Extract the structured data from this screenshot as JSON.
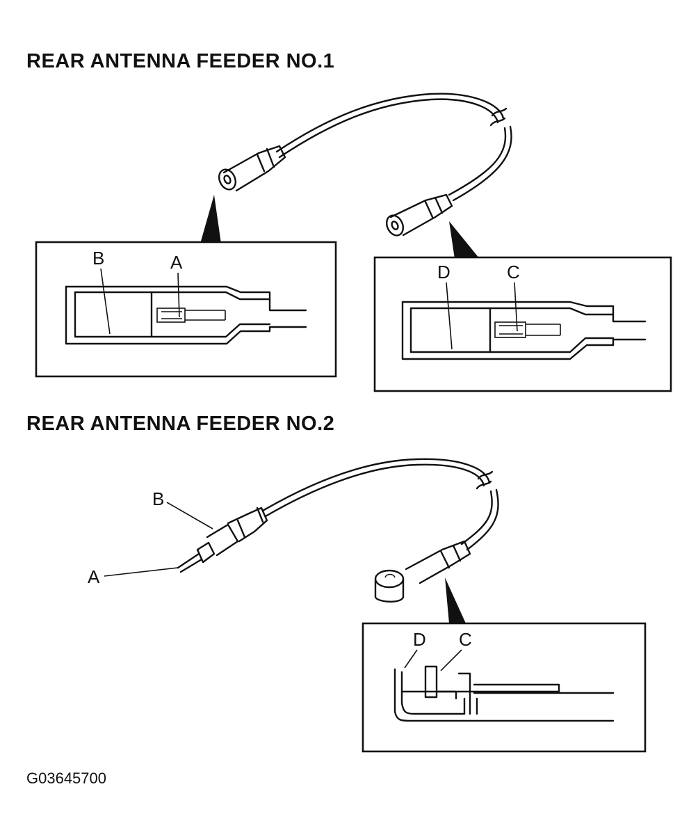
{
  "feeder1": {
    "title": "REAR ANTENNA FEEDER NO.1",
    "labels": {
      "a": "A",
      "b": "B",
      "c": "C",
      "d": "D"
    }
  },
  "feeder2": {
    "title": "REAR ANTENNA FEEDER NO.2",
    "labels": {
      "a": "A",
      "b": "B",
      "c": "C",
      "d": "D"
    }
  },
  "figure_id": "G03645700"
}
